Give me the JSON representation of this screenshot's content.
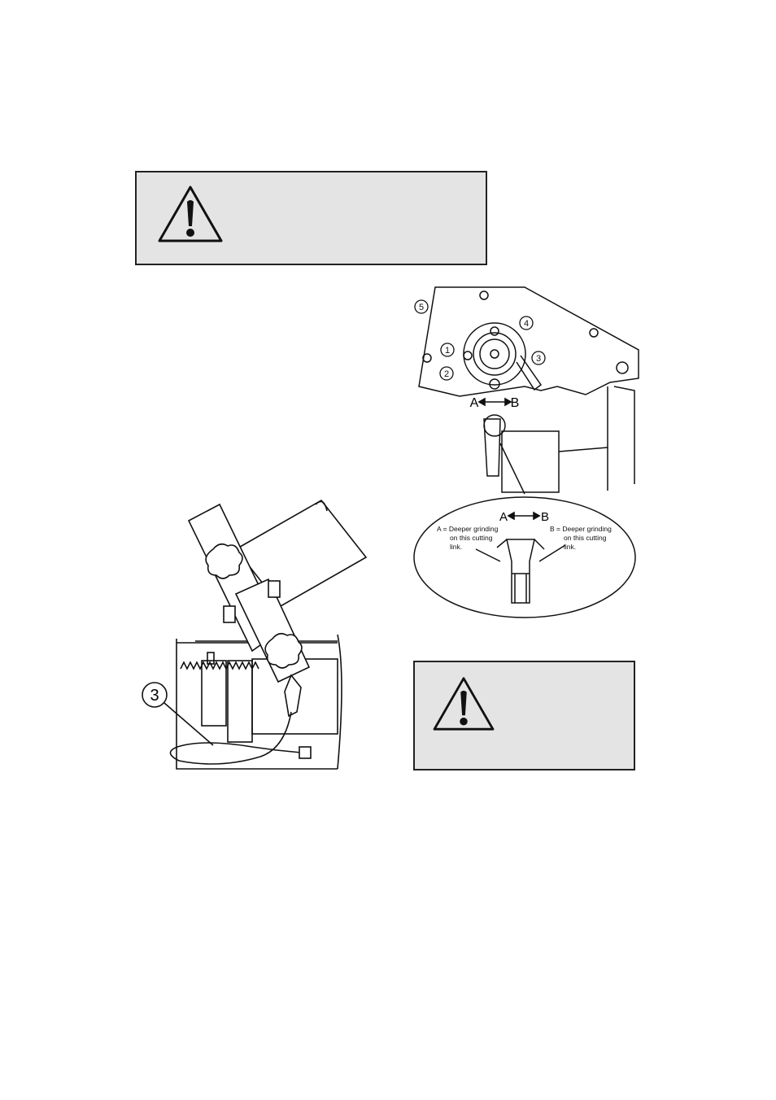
{
  "warnings": [
    {
      "icon": "warning-triangle-icon"
    },
    {
      "icon": "warning-triangle-icon"
    }
  ],
  "figure_left": {
    "callout": "3"
  },
  "figure_right": {
    "callouts": [
      "1",
      "2",
      "3",
      "4",
      "5"
    ],
    "adjust_a": "A",
    "adjust_b": "B",
    "detail": {
      "a_label": "A",
      "b_label": "B",
      "a_note_line1": "A = Deeper grinding",
      "a_note_line2": "on this cutting",
      "a_note_line3": "link.",
      "b_note_line1": "B = Deeper grinding",
      "b_note_line2": "on this cutting",
      "b_note_line3": "link."
    }
  }
}
